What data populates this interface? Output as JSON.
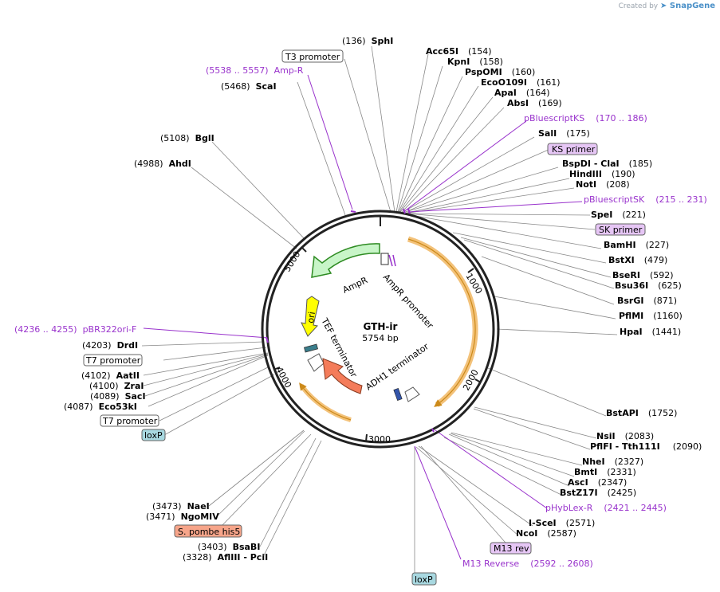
{
  "credit": {
    "prefix": "Created by",
    "brand": "SnapGene"
  },
  "plasmid": {
    "name": "GTH-ir",
    "size": "5754 bp"
  },
  "ticks": [
    "1000",
    "2000",
    "3000",
    "4000",
    "5000"
  ],
  "features": {
    "ampr": "AmpR",
    "ampr_promoter": "AmpR promoter",
    "ori": "ori",
    "tef_terminator": "TEF terminator",
    "adh1_terminator": "ADH1 terminator"
  },
  "sites_right": [
    {
      "pos": "(136)",
      "name": "SphI"
    },
    {
      "pos": "(154)",
      "name": "Acc65I"
    },
    {
      "pos": "(158)",
      "name": "KpnI"
    },
    {
      "pos": "(160)",
      "name": "PspOMI"
    },
    {
      "pos": "(161)",
      "name": "EcoO109I"
    },
    {
      "pos": "(164)",
      "name": "ApaI"
    },
    {
      "pos": "(169)",
      "name": "AbsI"
    },
    {
      "pos": "(175)",
      "name": "SalI"
    },
    {
      "pos": "(185)",
      "name": "BspDI - ClaI"
    },
    {
      "pos": "(190)",
      "name": "HindIII"
    },
    {
      "pos": "(208)",
      "name": "NotI"
    },
    {
      "pos": "(221)",
      "name": "SpeI"
    },
    {
      "pos": "(227)",
      "name": "BamHI"
    },
    {
      "pos": "(479)",
      "name": "BstXI"
    },
    {
      "pos": "(592)",
      "name": "BseRI"
    },
    {
      "pos": "(625)",
      "name": "Bsu36I"
    },
    {
      "pos": "(871)",
      "name": "BsrGI"
    },
    {
      "pos": "(1160)",
      "name": "PflMI"
    },
    {
      "pos": "(1441)",
      "name": "HpaI"
    },
    {
      "pos": "(1752)",
      "name": "BstAPI"
    },
    {
      "pos": "(2083)",
      "name": "NsiI"
    },
    {
      "pos": "(2090)",
      "name": "PflFI - Tth111I"
    },
    {
      "pos": "(2327)",
      "name": "NheI"
    },
    {
      "pos": "(2331)",
      "name": "BmtI"
    },
    {
      "pos": "(2347)",
      "name": "AscI"
    },
    {
      "pos": "(2425)",
      "name": "BstZ17I"
    },
    {
      "pos": "(2571)",
      "name": "I-SceI"
    },
    {
      "pos": "(2587)",
      "name": "NcoI"
    }
  ],
  "sites_left": [
    {
      "pos": "(5468)",
      "name": "ScaI"
    },
    {
      "pos": "(5108)",
      "name": "BglI"
    },
    {
      "pos": "(4988)",
      "name": "AhdI"
    },
    {
      "pos": "(4203)",
      "name": "DrdI"
    },
    {
      "pos": "(4102)",
      "name": "AatII"
    },
    {
      "pos": "(4100)",
      "name": "ZraI"
    },
    {
      "pos": "(4089)",
      "name": "SacI"
    },
    {
      "pos": "(4087)",
      "name": "Eco53kI"
    },
    {
      "pos": "(3473)",
      "name": "NaeI"
    },
    {
      "pos": "(3471)",
      "name": "NgoMIV"
    },
    {
      "pos": "(3403)",
      "name": "BsaBI"
    },
    {
      "pos": "(3328)",
      "name": "AflIII - PciI"
    }
  ],
  "primers": [
    {
      "name": "pBluescriptKS",
      "range": "(170 .. 186)"
    },
    {
      "name": "pBluescriptSK",
      "range": "(215 .. 231)"
    },
    {
      "name": "pHybLex-R",
      "range": "(2421 .. 2445)"
    },
    {
      "name": "M13 Reverse",
      "range": "(2592 .. 2608)"
    },
    {
      "name": "Amp-R",
      "range": "(5538 .. 5557)"
    },
    {
      "name": "pBR322ori-F",
      "range": "(4236 .. 4255)"
    }
  ],
  "boxes": {
    "t3_promoter": "T3 promoter",
    "ks_primer": "KS primer",
    "sk_primer": "SK primer",
    "t7_promoter_1": "T7 promoter",
    "t7_promoter_2": "T7 promoter",
    "loxp_left": "loxP",
    "loxp_bottom": "loxP",
    "s_pombe_his5": "S. pombe his5",
    "m13_rev": "M13 rev"
  },
  "colors": {
    "backbone": "#222222",
    "his5": "#f3a96d",
    "ampr": "#c8f5c8",
    "ampr_edge": "#2e8b22",
    "ori": "#ffff00",
    "tef": "#f47c5a",
    "purple": "#9933cc",
    "loxp": "#a8d8e0",
    "primer_box": "#e6c6f5",
    "his5_box": "#f7a58a"
  }
}
